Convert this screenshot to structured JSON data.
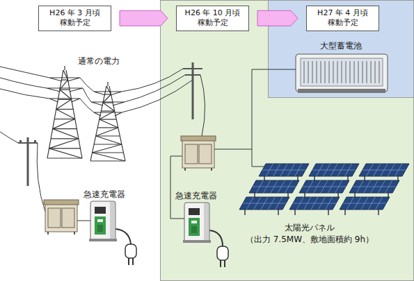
{
  "diagram": {
    "nodes": [
      {
        "text": [
          "H26 年 3 月頃 稼動予定"
        ]
      },
      {
        "text": [
          "H26 年 10 月頃 稼動予定"
        ]
      },
      {
        "text": [
          "H27 年 4 月頃 稼動予定"
        ]
      }
    ],
    "edges": [
      {
        "from": 0,
        "to": 1,
        "arrow": "to"
      },
      {
        "from": 1,
        "to": 2,
        "arrow": "to"
      }
    ],
    "labels": [
      "通常の電力",
      "急速充電器",
      "急速充電器",
      "大型蓄電池",
      "太陽光パネル",
      "（出力 7.5MW、敷地面積約 9h）"
    ]
  }
}
